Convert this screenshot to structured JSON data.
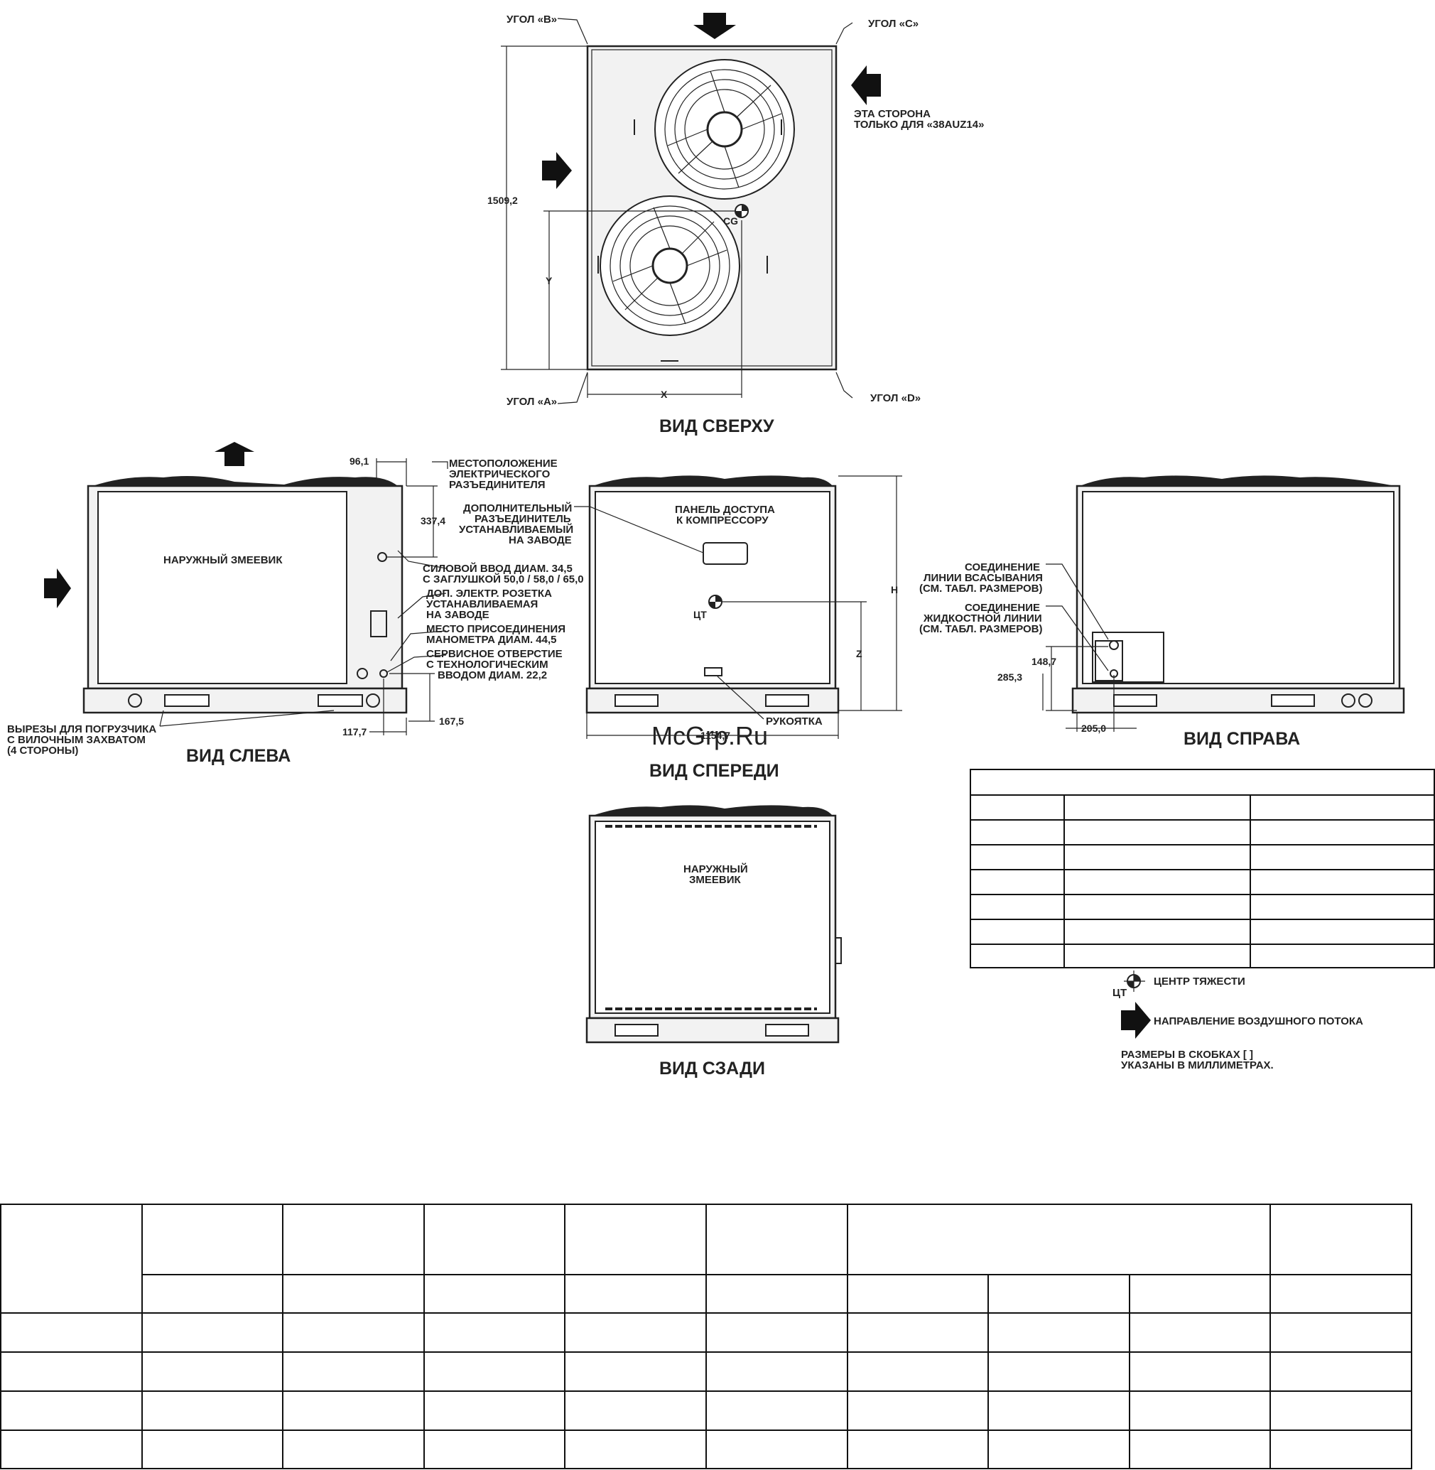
{
  "top_view": {
    "title": "ВИД СВЕРХУ",
    "corner_b": "УГОЛ «B»",
    "corner_c": "УГОЛ «C»",
    "corner_a": "УГОЛ «A»",
    "corner_d": "УГОЛ «D»",
    "side_note_1": "ЭТА СТОРОНА",
    "side_note_2": "ТОЛЬКО ДЛЯ «38AUZ14»",
    "dim_height": "1509,2",
    "dim_y": "Y",
    "dim_x": "X",
    "cg": "CG"
  },
  "left_view": {
    "title": "ВИД СЛЕВА",
    "coil": "НАРУЖНЫЙ ЗМЕЕВИК",
    "dim_961": "96,1",
    "dim_3374": "337,4",
    "dim_1177": "117,7",
    "dim_1675": "167,5",
    "disconnect_1": "МЕСТОПОЛОЖЕНИЕ",
    "disconnect_2": "ЭЛЕКТРИЧЕСКОГО",
    "disconnect_3": "РАЗЪЕДИНИТЕЛЯ",
    "power_1": "СИЛОВОЙ ВВОД ДИАМ. 34,5",
    "power_2": "С ЗАГЛУШКОЙ 50,0 / 58,0 / 65,0",
    "outlet_1": "ДОП. ЭЛЕКТР. РОЗЕТКА",
    "outlet_2": "УСТАНАВЛИВАЕМАЯ",
    "outlet_3": "НА ЗАВОДЕ",
    "gauge_1": "МЕСТО ПРИСОЕДИНЕНИЯ",
    "gauge_2": "МАНОМЕТРА ДИАМ. 44,5",
    "service_1": "СЕРВИСНОЕ ОТВЕРСТИЕ",
    "service_2": "С ТЕХНОЛОГИЧЕСКИМ",
    "service_3": "ВВОДОМ ДИАМ. 22,2",
    "forklift_1": "ВЫРЕЗЫ ДЛЯ ПОГРУЗЧИКА",
    "forklift_2": "С ВИЛОЧНЫМ ЗАХВАТОМ",
    "forklift_3": "(4 СТОРОНЫ)"
  },
  "front_view": {
    "title": "ВИД СПЕРЕДИ",
    "opt_disc_1": "ДОПОЛНИТЕЛЬНЫЙ",
    "opt_disc_2": "РАЗЪЕДИНИТЕЛЬ",
    "opt_disc_3": "УСТАНАВЛИВАЕМЫЙ",
    "opt_disc_4": "НА ЗАВОДЕ",
    "panel_1": "ПАНЕЛЬ ДОСТУПА",
    "panel_2": "К КОМПРЕССОРУ",
    "cg": "ЦТ",
    "dim_h": "H",
    "dim_z": "Z",
    "handle": "РУКОЯТКА",
    "dim_bottom": "1154,7"
  },
  "right_view": {
    "title": "ВИД СПРАВА",
    "suction_1": "СОЕДИНЕНИЕ",
    "suction_2": "ЛИНИИ ВСАСЫВАНИЯ",
    "suction_3": "(СМ. ТАБЛ. РАЗМЕРОВ)",
    "liquid_1": "СОЕДИНЕНИЕ",
    "liquid_2": "ЖИДКОСТНОЙ ЛИНИИ",
    "liquid_3": "(СМ. ТАБЛ. РАЗМЕРОВ)",
    "dim_1487": "148,7",
    "dim_2853": "285,3",
    "dim_2050": "205,0"
  },
  "rear_view": {
    "title": "ВИД СЗАДИ",
    "coil_1": "НАРУЖНЫЙ",
    "coil_2": "ЗМЕЕВИК"
  },
  "legend": {
    "cg_symbol": "ЦТ",
    "cg_label": "ЦЕНТР ТЯЖЕСТИ",
    "airflow_label": "НАПРАВЛЕНИЕ ВОЗДУШНОГО ПОТОКА",
    "note_1": "РАЗМЕРЫ В СКОБКАХ [     ]",
    "note_2": "УКАЗАНЫ В МИЛЛИМЕТРАХ."
  },
  "watermark": "McGrp.Ru"
}
